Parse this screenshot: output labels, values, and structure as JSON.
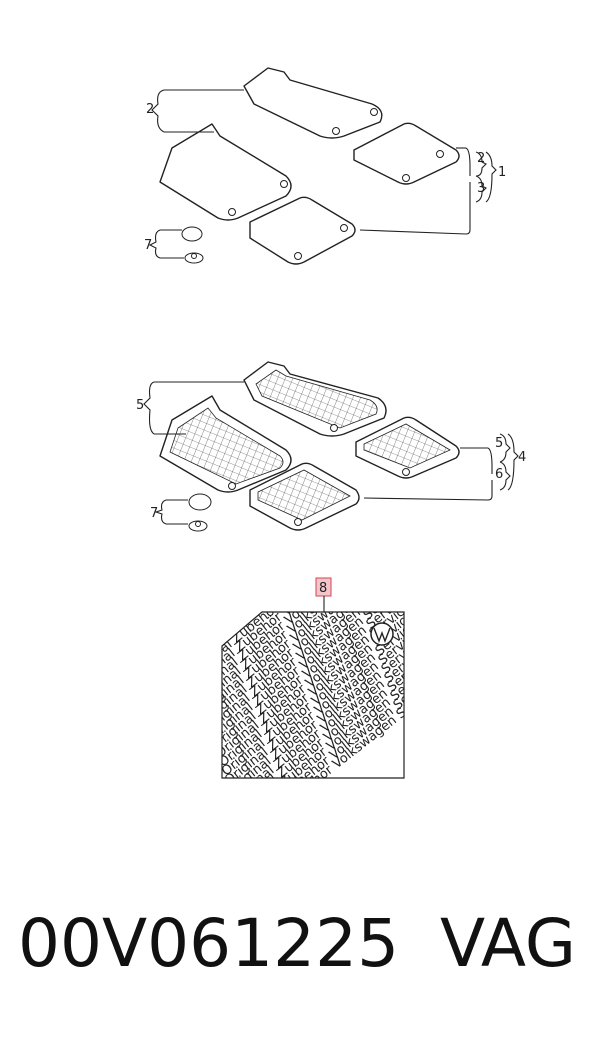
{
  "diagram": {
    "callouts": {
      "c1": "1",
      "c2a": "2",
      "c2b": "2",
      "c3": "3",
      "c4": "4",
      "c5a": "5",
      "c5b": "5",
      "c6": "6",
      "c7a": "7",
      "c7b": "7",
      "c8": "8"
    },
    "label_text": "Volkswagen Original Zubehör Volkswagen Service",
    "colors": {
      "highlight": "#f4c6cc",
      "highlight_border": "#d9434f"
    }
  },
  "footer": {
    "part_number": "00V061225",
    "brand": "VAG"
  }
}
